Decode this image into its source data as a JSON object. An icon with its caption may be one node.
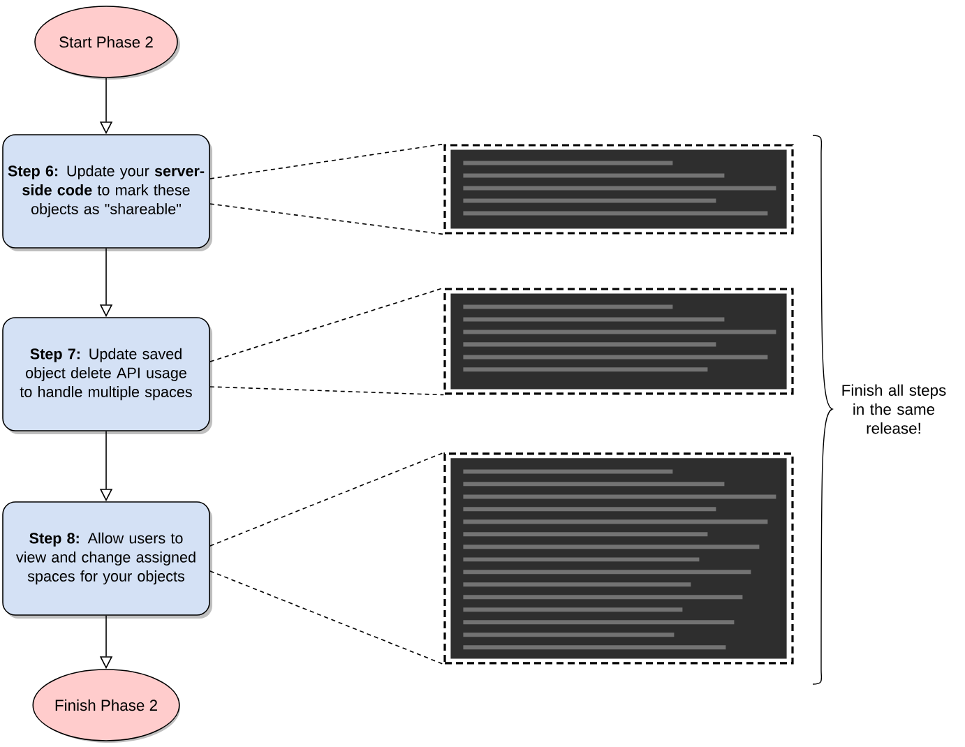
{
  "diagram": {
    "nodes": [
      {
        "text": [
          "Start Phase 2"
        ]
      },
      {
        "text": [
          "**Step 6:** Update your **server-side code** to mark these objects as \"shareable\""
        ]
      },
      {
        "text": [
          "**Step 7:** Update saved object delete API usage to handle multiple spaces"
        ]
      },
      {
        "text": [
          "**Step 8:** Allow users to view and change assigned spaces for your objects"
        ]
      },
      {
        "text": [
          "Finish Phase 2"
        ]
      },
      {
        "text": [],
        "shape": "picture"
      },
      {
        "text": [],
        "shape": "picture"
      },
      {
        "text": [],
        "shape": "picture"
      }
    ],
    "edges": [
      {
        "from": 0,
        "to": 1,
        "arrow": "to"
      },
      {
        "from": 1,
        "to": 2,
        "arrow": "to"
      },
      {
        "from": 2,
        "to": 3,
        "arrow": "to"
      },
      {
        "from": 3,
        "to": 4,
        "arrow": "to"
      },
      {
        "from": 1,
        "to": 5,
        "arrow": "none",
        "style": "dashed"
      },
      {
        "from": 1,
        "to": 5,
        "arrow": "none",
        "style": "dashed"
      },
      {
        "from": 2,
        "to": 6,
        "arrow": "none",
        "style": "dashed"
      },
      {
        "from": 2,
        "to": 6,
        "arrow": "none",
        "style": "dashed"
      },
      {
        "from": 3,
        "to": 7,
        "arrow": "none",
        "style": "dashed"
      },
      {
        "from": 3,
        "to": 7,
        "arrow": "none",
        "style": "dashed"
      }
    ],
    "labels": [
      "Finish all steps in the same release!"
    ]
  }
}
